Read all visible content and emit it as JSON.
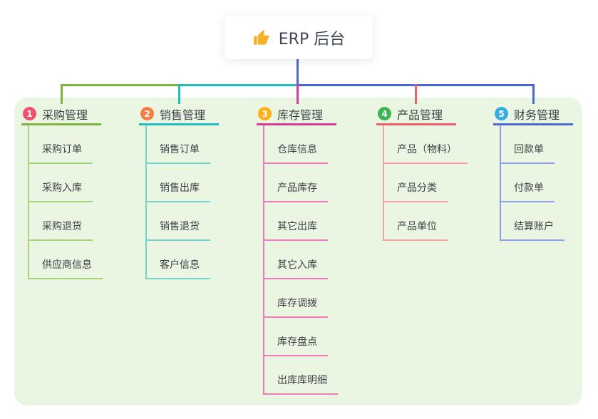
{
  "root": {
    "label": "ERP 后台",
    "icon": "thumbs-up",
    "icon_color": "#F3B229",
    "text_color": "#3D4656"
  },
  "panel": {
    "background": "#EAF6E1"
  },
  "connectors": {
    "stem_color": "#4A67D5",
    "bus_left_color": "#7CB43F",
    "bus_mid_color": "#1FBFBF",
    "bus_right_color": "#4A67D5"
  },
  "branches": [
    {
      "number": "1",
      "title": "采购管理",
      "badge_color": "#F0506E",
      "line_color": "#7CB43F",
      "child_line_color": "#A9D37F",
      "children": [
        "采购订单",
        "采购入库",
        "采购退货",
        "供应商信息"
      ]
    },
    {
      "number": "2",
      "title": "销售管理",
      "badge_color": "#F87C45",
      "line_color": "#1FBFBF",
      "child_line_color": "#76D2CC",
      "children": [
        "销售订单",
        "销售出库",
        "销售退货",
        "客户信息"
      ]
    },
    {
      "number": "3",
      "title": "库存管理",
      "badge_color": "#FFAF16",
      "line_color": "#D63A9D",
      "child_line_color": "#F078BD",
      "children": [
        "仓库信息",
        "产品库存",
        "其它出库",
        "其它入库",
        "库存调拨",
        "库存盘点",
        "出库库明细"
      ]
    },
    {
      "number": "4",
      "title": "产品管理",
      "badge_color": "#3BB553",
      "line_color": "#F25C6F",
      "child_line_color": "#F8A3A6",
      "children": [
        "产品（物料）",
        "产品分类",
        "产品单位"
      ]
    },
    {
      "number": "5",
      "title": "财务管理",
      "badge_color": "#36AEE3",
      "line_color": "#4A67D5",
      "child_line_color": "#8BA1E6",
      "children": [
        "回款单",
        "付款单",
        "结算账户"
      ]
    }
  ]
}
